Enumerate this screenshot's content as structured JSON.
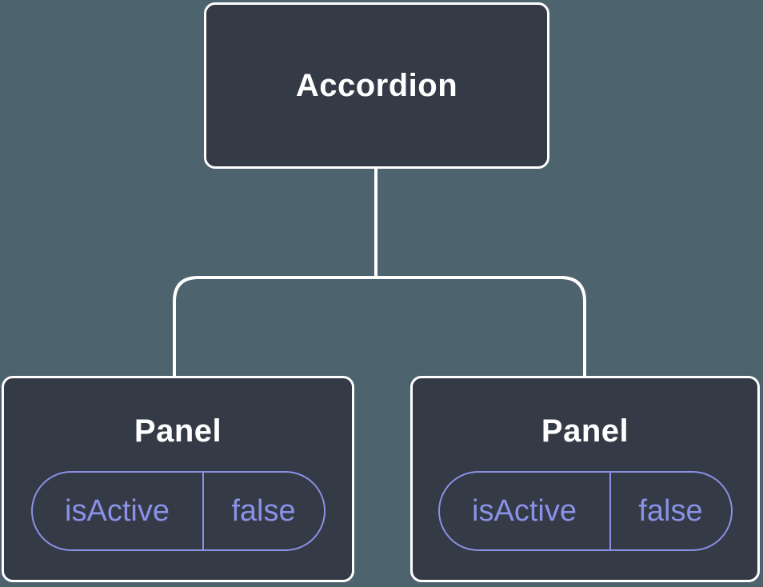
{
  "colors": {
    "background": "#4d646e",
    "node-bg": "#343a46",
    "node-border": "#ffffff",
    "connector": "#ffffff",
    "label": "#ffffff",
    "accent": "#8a91e6"
  },
  "tree": {
    "root": {
      "label": "Accordion"
    },
    "children": [
      {
        "label": "Panel",
        "state": {
          "key": "isActive",
          "value": "false"
        }
      },
      {
        "label": "Panel",
        "state": {
          "key": "isActive",
          "value": "false"
        }
      }
    ]
  }
}
